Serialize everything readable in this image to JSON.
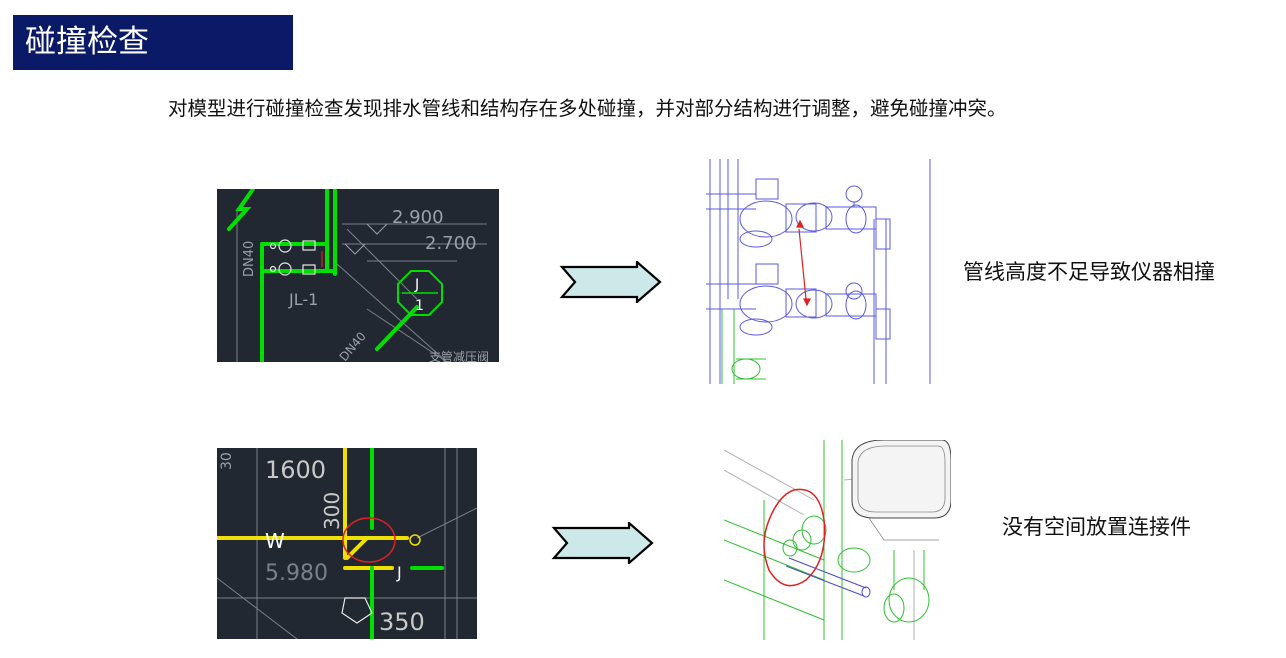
{
  "header": {
    "title": "碰撞检查"
  },
  "description": "对模型进行碰撞检查发现排水管线和结构存在多处碰撞，并对部分结构进行调整，避免碰撞冲突。",
  "rows": [
    {
      "cad": {
        "labels": [
          "2.900",
          "2.700",
          "J",
          "1",
          "DN40",
          "JL-1",
          "DN40",
          "支管减压阀"
        ]
      },
      "caption": "管线高度不足导致仪器相撞"
    },
    {
      "cad": {
        "labels": [
          "1600",
          "W",
          "300",
          "5.980",
          "J",
          "350"
        ]
      },
      "caption": "没有空间放置连接件"
    }
  ],
  "colors": {
    "title_bg": "#0b1a66",
    "cad_bg": "#222831",
    "pipe_green": "#00e000",
    "pipe_yellow": "#f0e000",
    "arrow_fill": "#cce8e8",
    "clash_red": "#e02020"
  }
}
